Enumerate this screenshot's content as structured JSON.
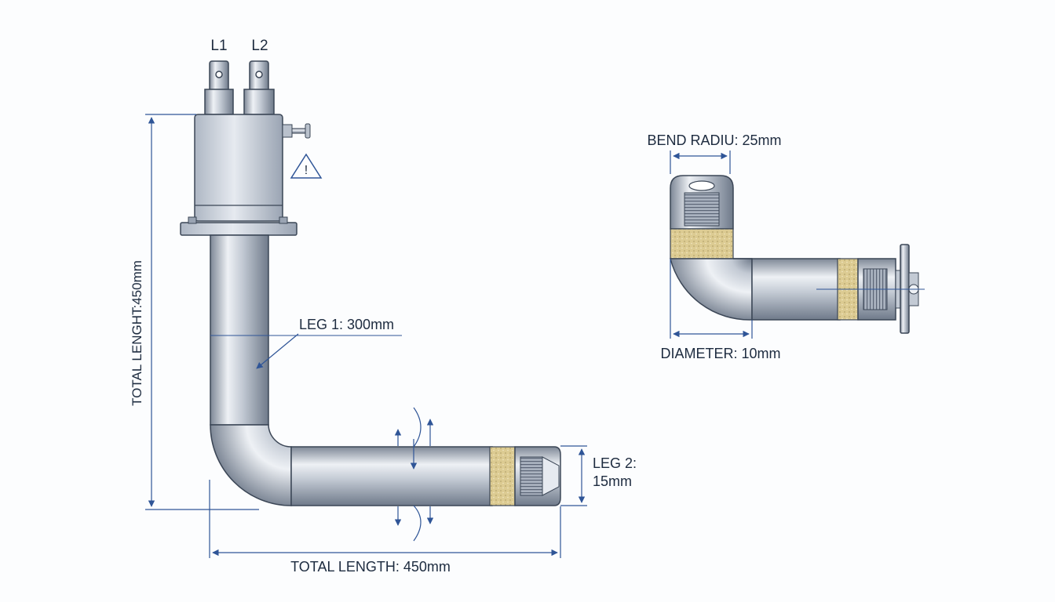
{
  "main_view": {
    "terminal_1": "L1",
    "terminal_2": "L2",
    "warning_symbol": "!",
    "vertical_dimension": "TOTAL LENGHT:450mm",
    "leg1_label": "LEG 1: 300mm",
    "leg2_label_line1": "LEG 2:",
    "leg2_label_line2": "15mm",
    "horizontal_dimension": "TOTAL LENGTH: 450mm"
  },
  "detail_view": {
    "bend_radius_label": "BEND RADIU: 25mm",
    "diameter_label": "DIAMETER: 10mm"
  },
  "colors": {
    "line": "#2f5597",
    "metal_dark": "#7d8796",
    "metal_light": "#eef1f5",
    "insulation": "#d9c890",
    "text": "#1d2b3f"
  }
}
